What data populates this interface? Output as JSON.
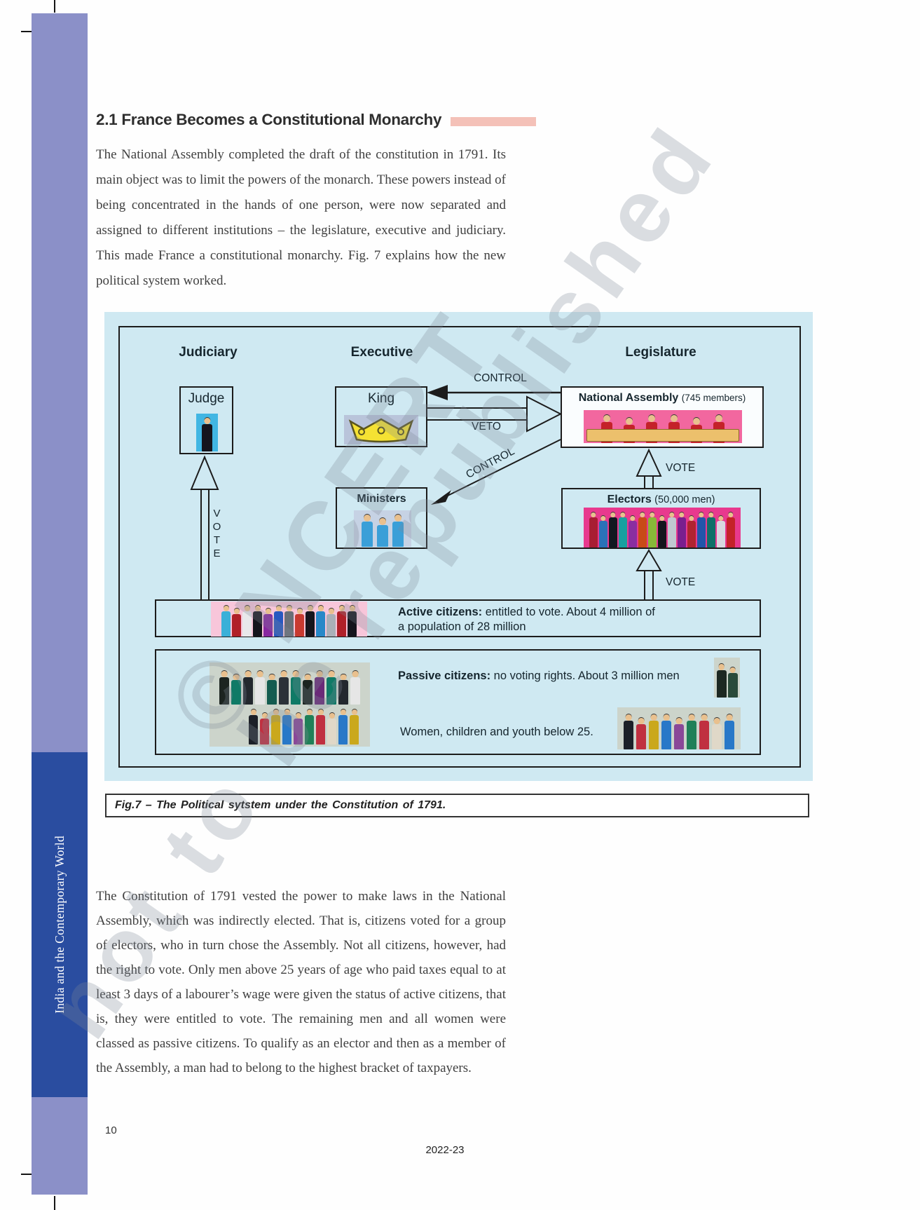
{
  "document": {
    "section_title": "2.1 France Becomes a Constitutional Monarchy",
    "paragraph_1": "The National Assembly completed the draft of the constitution in 1791. Its main object was to limit the powers of the monarch. These powers instead of being concentrated in the hands of one person, were now separated and assigned to different institutions – the legislature, executive and judiciary. This made France a constitutional monarchy. Fig. 7 explains how the new political system worked.",
    "paragraph_2": "The Constitution of 1791 vested the power to make laws in the National Assembly, which was indirectly elected. That is, citizens voted for a group of electors, who in turn chose the Assembly. Not all citizens, however, had the right to vote. Only men above 25 years of age who paid taxes equal to at least 3 days of a labourer’s wage were given the status of active citizens, that is, they were entitled to vote. The remaining men and all women were classed as passive citizens. To qualify as an elector and then as a member of the Assembly, a man had to belong to the highest bracket of taxpayers.",
    "page_number": "10",
    "edition_mark": "2022-23",
    "sidebar_title": "India and the Contemporary World"
  },
  "figure": {
    "caption": "Fig.7 – The Political sytstem under the Constitution of 1791.",
    "column_headers": [
      "Judiciary",
      "Executive",
      "Legislature"
    ],
    "nodes": {
      "judge": {
        "label": "Judge"
      },
      "king": {
        "label": "King"
      },
      "ministers": {
        "label": "Ministers"
      },
      "national_assembly": {
        "label": "National Assembly",
        "detail": "(745 members)"
      },
      "electors": {
        "label": "Electors",
        "detail": "(50,000 men)"
      },
      "active_citizens": {
        "label": "Active citizens:",
        "text": "entitled to vote. About 4 million of a population of 28 million"
      },
      "passive_citizens": {
        "label": "Passive citizens:",
        "text": "no voting rights. About 3 million men",
        "note": "Women, children and youth below 25."
      }
    },
    "arrow_labels": {
      "control_king": "CONTROL",
      "veto": "VETO",
      "control_ministers": "CONTROL",
      "vote_assembly": "VOTE",
      "vote_electors": "VOTE",
      "vote_judge": "VOTE"
    }
  },
  "watermark": {
    "line_1": "© NCERT",
    "line_2": "not to be republished"
  },
  "colors": {
    "sidebar_purple": "#8b90c8",
    "sidebar_blue": "#2a4da0",
    "figure_background": "#cfe9f2",
    "title_bar_pink": "#f4c1b8",
    "assembly_strip_pink": "#f2679f",
    "electors_strip_pink": "#e8398e",
    "active_strip_pink": "#f8c6da",
    "passive_strip_gray": "#ccd4cb",
    "judge_strip_blue": "#41b6e3",
    "desk_tan": "#ecc06c",
    "crown_yellow": "#f5e233"
  }
}
